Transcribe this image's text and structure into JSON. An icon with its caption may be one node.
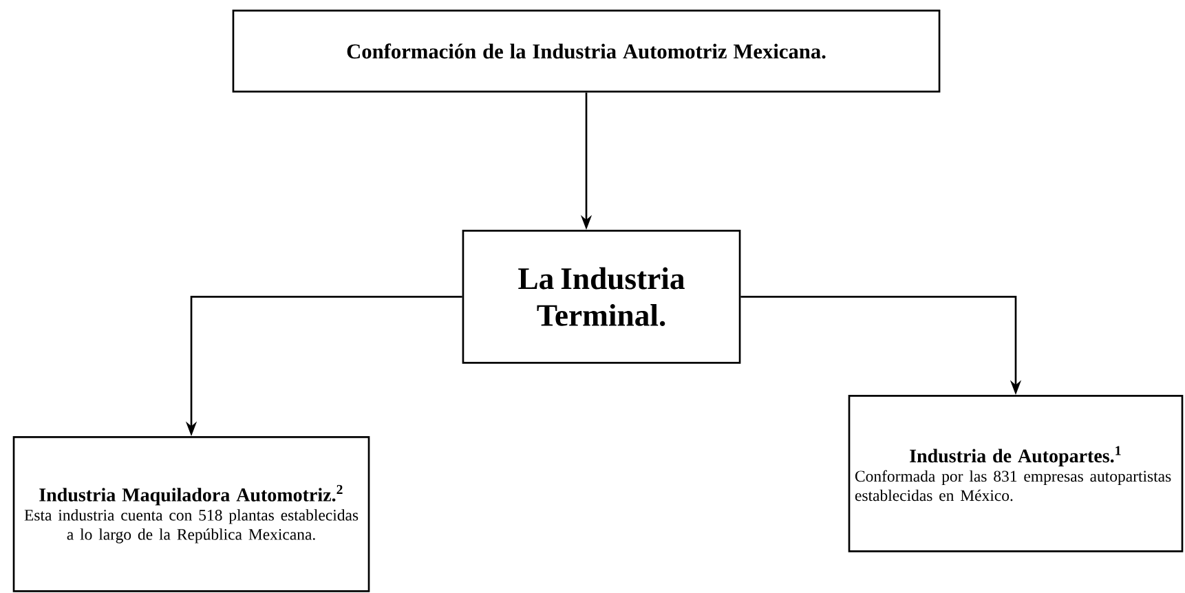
{
  "diagram": {
    "nodes": [
      {
        "text": [
          "Conformación de la Industria Automotriz Mexicana."
        ]
      },
      {
        "text": [
          "La Industria Terminal."
        ]
      },
      {
        "text": [
          "Industria Maquiladora Automotriz.$^{2}$",
          "Esta industria cuenta con 518 plantas establecidas a lo largo de la República Mexicana."
        ]
      },
      {
        "text": [
          "Industria de Autopartes.$^{1}$",
          "Conformada por las 831 empresas autopartistas establecidas en México."
        ]
      }
    ],
    "edges": [
      {
        "from": 0,
        "to": 1,
        "arrow": "to"
      },
      {
        "from": 1,
        "to": 2,
        "arrow": "to"
      },
      {
        "from": 1,
        "to": 3,
        "arrow": "to"
      }
    ]
  }
}
